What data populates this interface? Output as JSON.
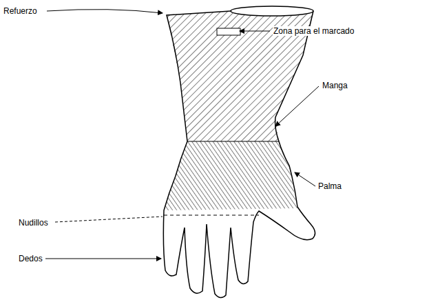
{
  "diagram": {
    "labels": [
      "Refuerzo",
      "Zona para el marcado",
      "Manga",
      "Palma",
      "Nudillos",
      "Dedos"
    ]
  }
}
